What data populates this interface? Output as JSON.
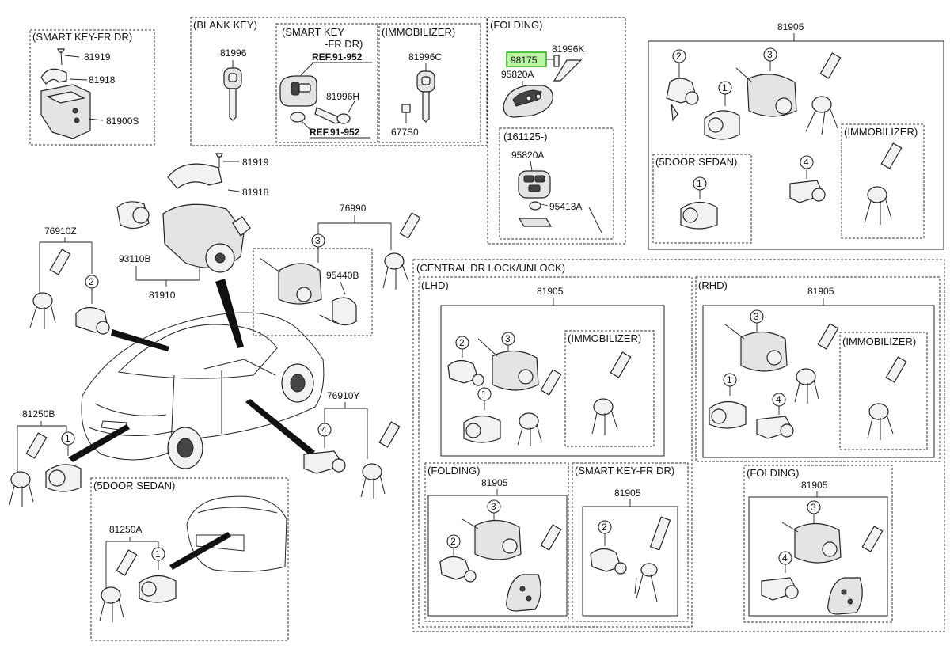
{
  "sections": {
    "smart_key_fr_dr": "(SMART KEY-FR DR)",
    "blank_key": "(BLANK KEY)",
    "smart_key_fr_dr_2line_a": "(SMART KEY",
    "smart_key_fr_dr_2line_b": "-FR DR)",
    "immobilizer": "(IMMOBILIZER)",
    "folding": "(FOLDING)",
    "date_161125": "(161125-)",
    "five_door_sedan": "(5DOOR SEDAN)",
    "central_dr_lock": "(CENTRAL DR LOCK/UNLOCK)",
    "lhd": "(LHD)",
    "rhd": "(RHD)",
    "smart_key_fr_dr_lower": "(SMART KEY-FR DR)"
  },
  "parts": {
    "p81919": "81919",
    "p81918": "81918",
    "p81900S": "81900S",
    "p81996": "81996",
    "ref_91_952": "REF.91-952",
    "p81996H": "81996H",
    "p81996C": "81996C",
    "p677S0": "677S0",
    "p98175": "98175",
    "p81996K": "81996K",
    "p95820A": "95820A",
    "p95413A": "95413A",
    "p81905": "81905",
    "p76910Z": "76910Z",
    "p93110B": "93110B",
    "p81910": "81910",
    "p76990": "76990",
    "p95440B": "95440B",
    "p81250B": "81250B",
    "p76910Y": "76910Y",
    "p81250A": "81250A"
  },
  "callouts": {
    "c1": "1",
    "c2": "2",
    "c3": "3",
    "c4": "4"
  }
}
